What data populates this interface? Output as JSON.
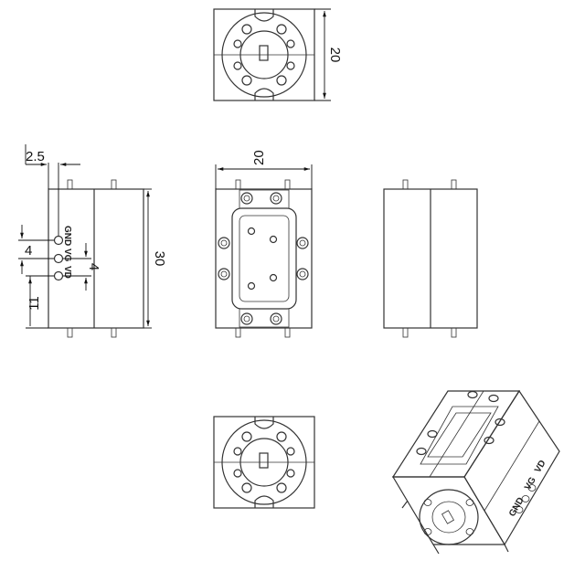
{
  "dimensions": {
    "top_height": "20",
    "front_width": "20",
    "side_height": "30",
    "pin_offset": "2.5",
    "pin_spacing_a": "4",
    "pin_spacing_b": "4",
    "bottom_offset": "11"
  },
  "pins": {
    "gnd": "GND",
    "vg": "VG",
    "vd": "VD"
  }
}
